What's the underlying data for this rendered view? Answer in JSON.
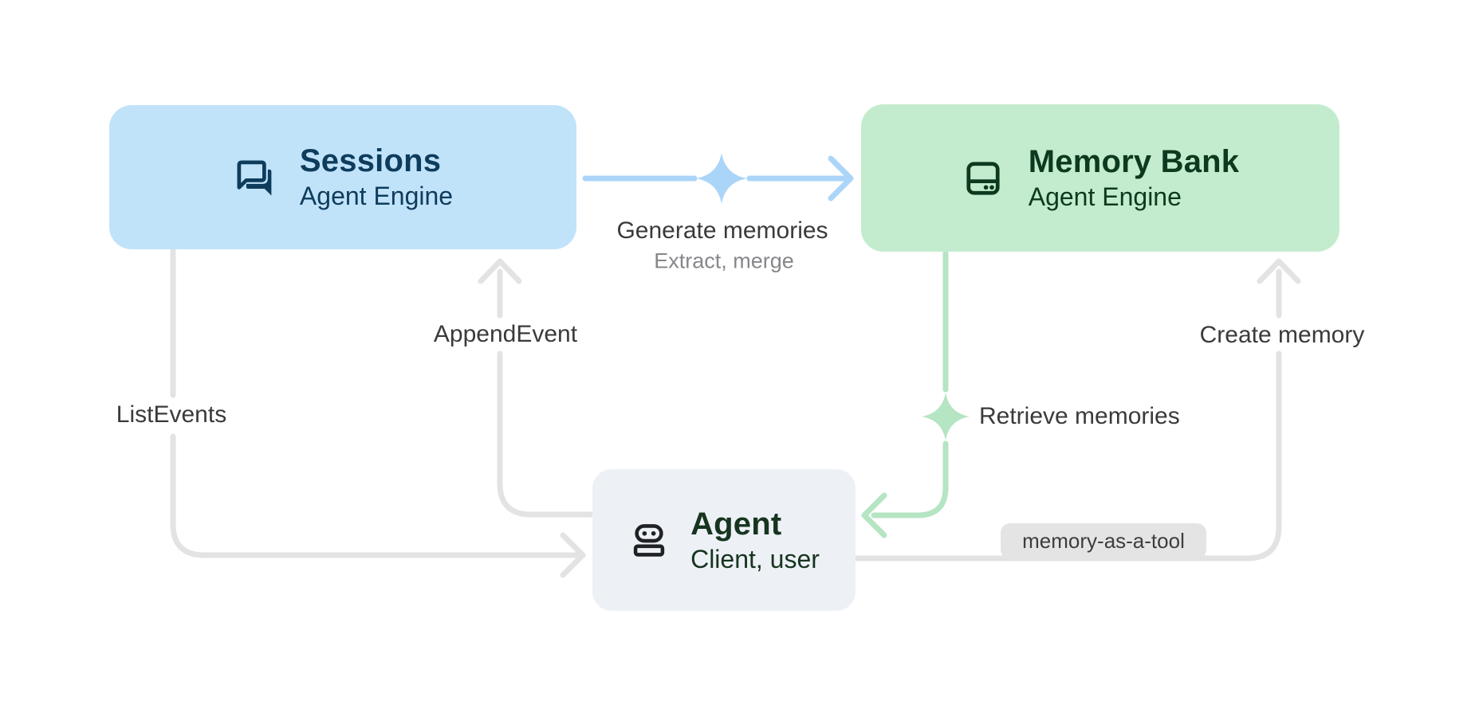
{
  "colors": {
    "canvas-bg": "#ffffff",
    "sessions-bg": "#c1e3fa",
    "sessions-fg": "#0e3c5c",
    "memory-bg": "#c3ecce",
    "memory-fg": "#0d3a1e",
    "agent-bg": "#edf1f6",
    "agent-fg": "#17341f",
    "agent-icon": "#202124",
    "blue-accent": "#abd5f8",
    "green-accent": "#b5e5c3",
    "gray-line": "#e3e3e3",
    "label-fg": "#3a3a3a",
    "sublabel-fg": "#85878a",
    "badge-bg": "#e4e4e4",
    "badge-fg": "#3d3d3d"
  },
  "nodes": {
    "sessions": {
      "title": "Sessions",
      "subtitle": "Agent Engine",
      "icon": "forum-chat-icon"
    },
    "memory_bank": {
      "title": "Memory Bank",
      "subtitle": "Agent Engine",
      "icon": "memory-storage-icon"
    },
    "agent": {
      "title": "Agent",
      "subtitle": "Client, user",
      "icon": "robot-icon"
    }
  },
  "edges": {
    "generate_memories": {
      "label": "Generate memories",
      "sublabel": "Extract, merge",
      "from": "sessions",
      "to": "memory_bank",
      "icon": "sparkle-icon"
    },
    "retrieve_memories": {
      "label": "Retrieve memories",
      "from": "memory_bank",
      "to": "agent",
      "icon": "sparkle-icon"
    },
    "append_event": {
      "label": "AppendEvent",
      "from": "agent",
      "to": "sessions"
    },
    "list_events": {
      "label": "ListEvents",
      "from": "sessions",
      "to": "agent"
    },
    "create_memory": {
      "label": "Create memory",
      "badge": "memory-as-a-tool",
      "from": "agent",
      "to": "memory_bank"
    }
  }
}
